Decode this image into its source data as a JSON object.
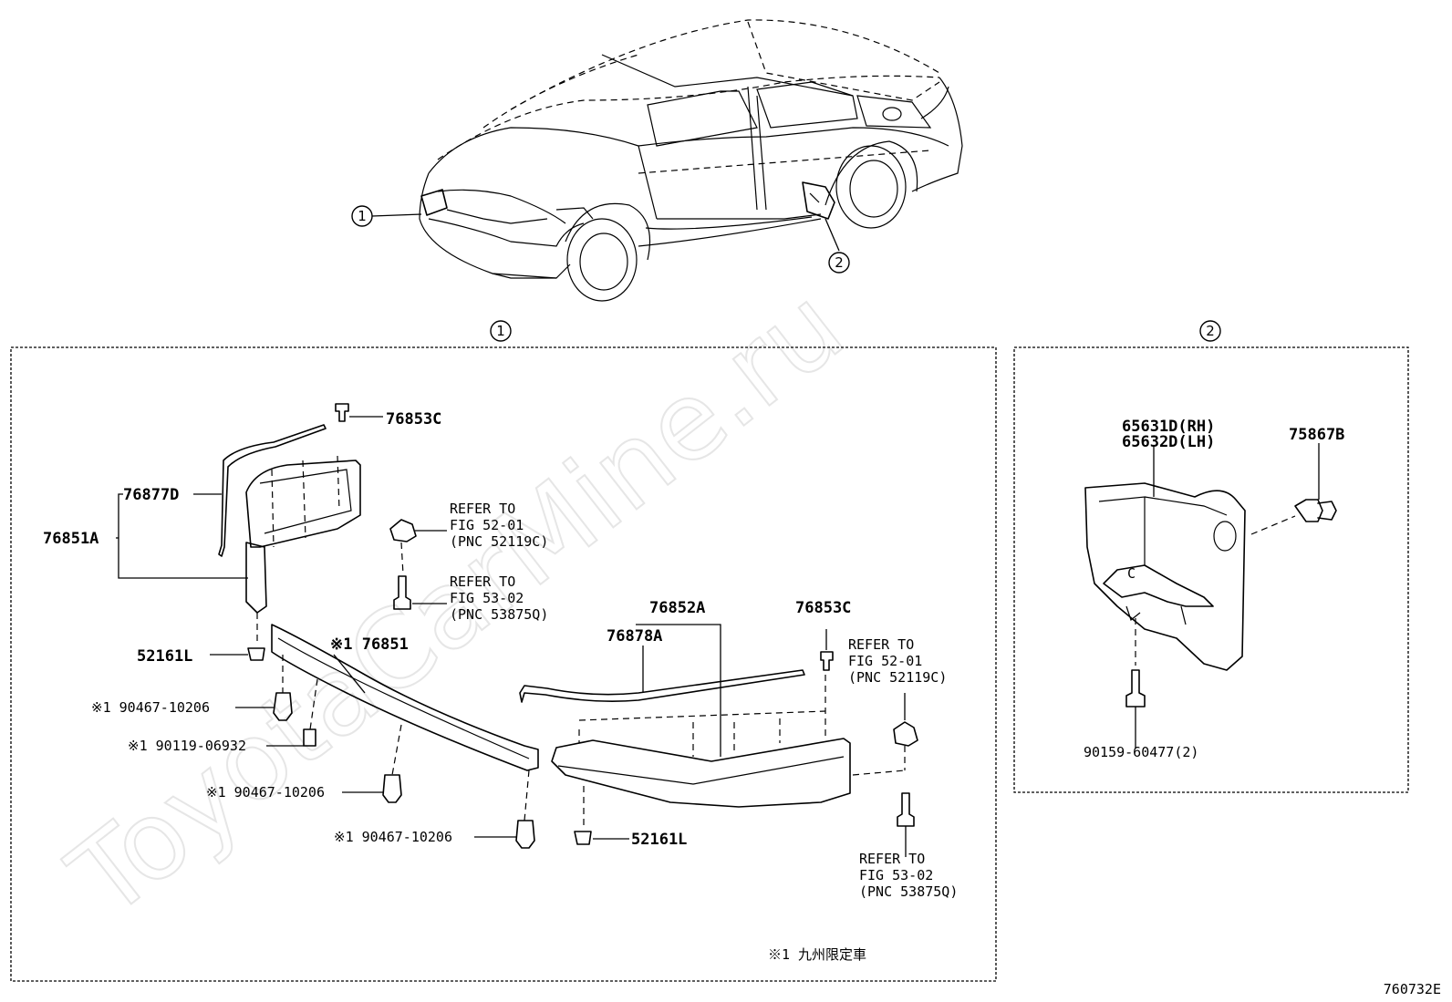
{
  "watermark": "ToyotaCarMine.ru",
  "figure_code": "760732E",
  "callouts": {
    "one": "1",
    "two": "2"
  },
  "panel1": {
    "labels": {
      "p76853C_top": "76853C",
      "p76877D": "76877D",
      "p76851A": "76851A",
      "refer_5201_a": [
        "REFER TO",
        "FIG 52-01",
        "(PNC 52119C)"
      ],
      "refer_5302_a": [
        "REFER TO",
        "FIG 53-02",
        "(PNC 53875Q)"
      ],
      "p52161L_left": "52161L",
      "p76851": "※1 76851",
      "b90467_1": "※1 90467-10206",
      "b90119": "※1 90119-06932",
      "b90467_2": "※1 90467-10206",
      "b90467_3": "※1 90467-10206",
      "p76852A": "76852A",
      "p76878A": "76878A",
      "p76853C_right": "76853C",
      "refer_5201_b": [
        "REFER TO",
        "FIG 52-01",
        "(PNC 52119C)"
      ],
      "p52161L_bottom": "52161L",
      "refer_5302_b": [
        "REFER TO",
        "FIG 53-02",
        "(PNC 53875Q)"
      ],
      "footnote": "※1 九州限定車"
    }
  },
  "panel2": {
    "labels": {
      "p65631D": "65631D(RH)",
      "p65632D": "65632D(LH)",
      "p75867B": "75867B",
      "b90159": "90159-60477(2)"
    }
  }
}
